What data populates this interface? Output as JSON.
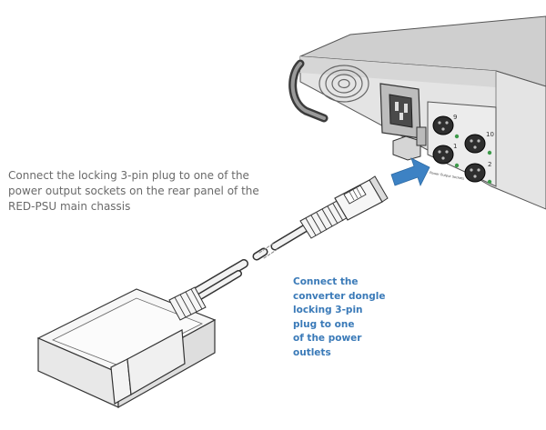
{
  "captions": {
    "main": "Connect the locking 3-pin plug to one of the\npower output sockets on the rear panel of the\nRED-PSU main chassis",
    "dongle": "Connect the\nconverter dongle\nlocking 3-pin\nplug to one\nof the power\noutlets"
  },
  "chassis": {
    "outlet_numbers": [
      "9",
      "1",
      "10",
      "2"
    ],
    "panel_label": "Power Output Sockets"
  },
  "colors": {
    "arrow": "#3d82c4",
    "caption_blue": "#3a7ab8",
    "caption_gray": "#6a6a6a",
    "led": "#3c9a4a"
  }
}
